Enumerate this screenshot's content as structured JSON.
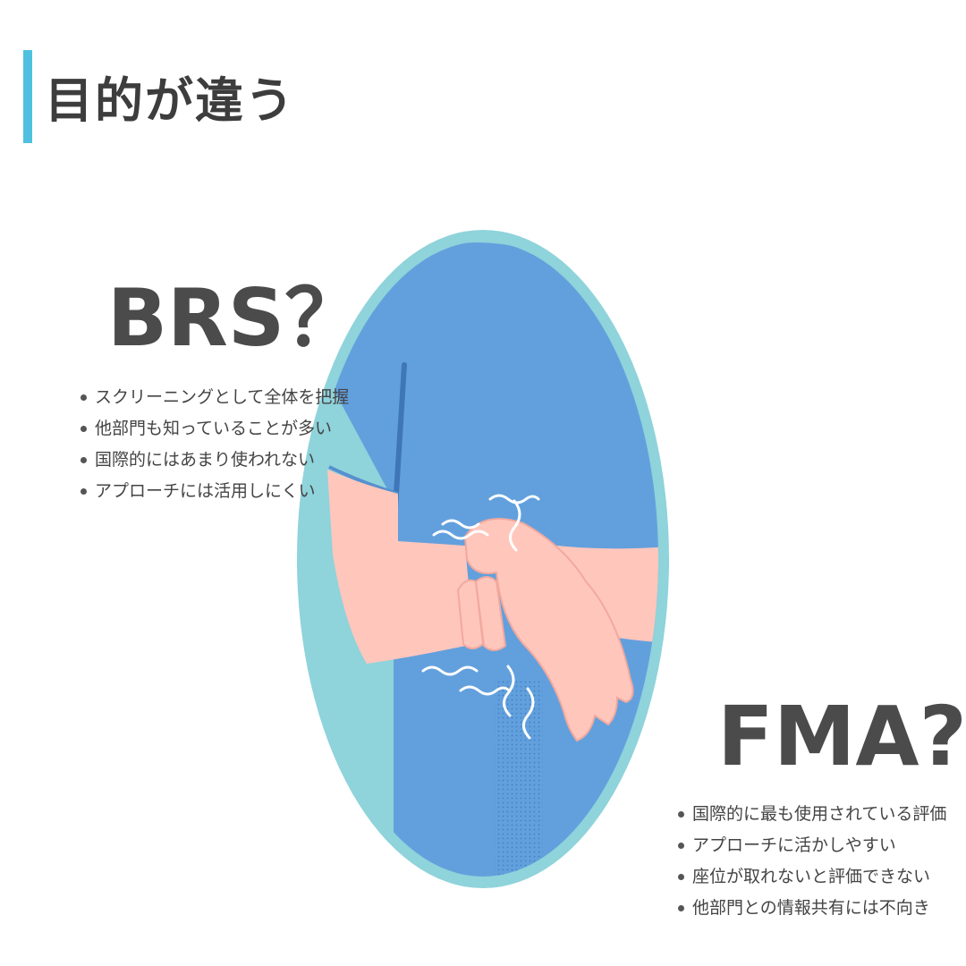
{
  "title": "目的が違う",
  "colors": {
    "accent": "#4fc1e0",
    "ring": "#8fd3db",
    "shirt": "#62a0dd",
    "skin": "#ffc6bc"
  },
  "brs": {
    "heading": "BRS？",
    "items": [
      "スクリーニングとして全体を把握",
      "他部門も知っていることが多い",
      "国際的にはあまり使われない",
      "アプローチには活用しにくい"
    ]
  },
  "fma": {
    "heading": "FMA?",
    "items": [
      "国際的に最も使用されている評価",
      "アプローチに活かしやすい",
      "座位が取れないと評価できない",
      "他部門との情報共有には不向き"
    ]
  },
  "illustration": {
    "icon": "trembling-hands-icon"
  }
}
